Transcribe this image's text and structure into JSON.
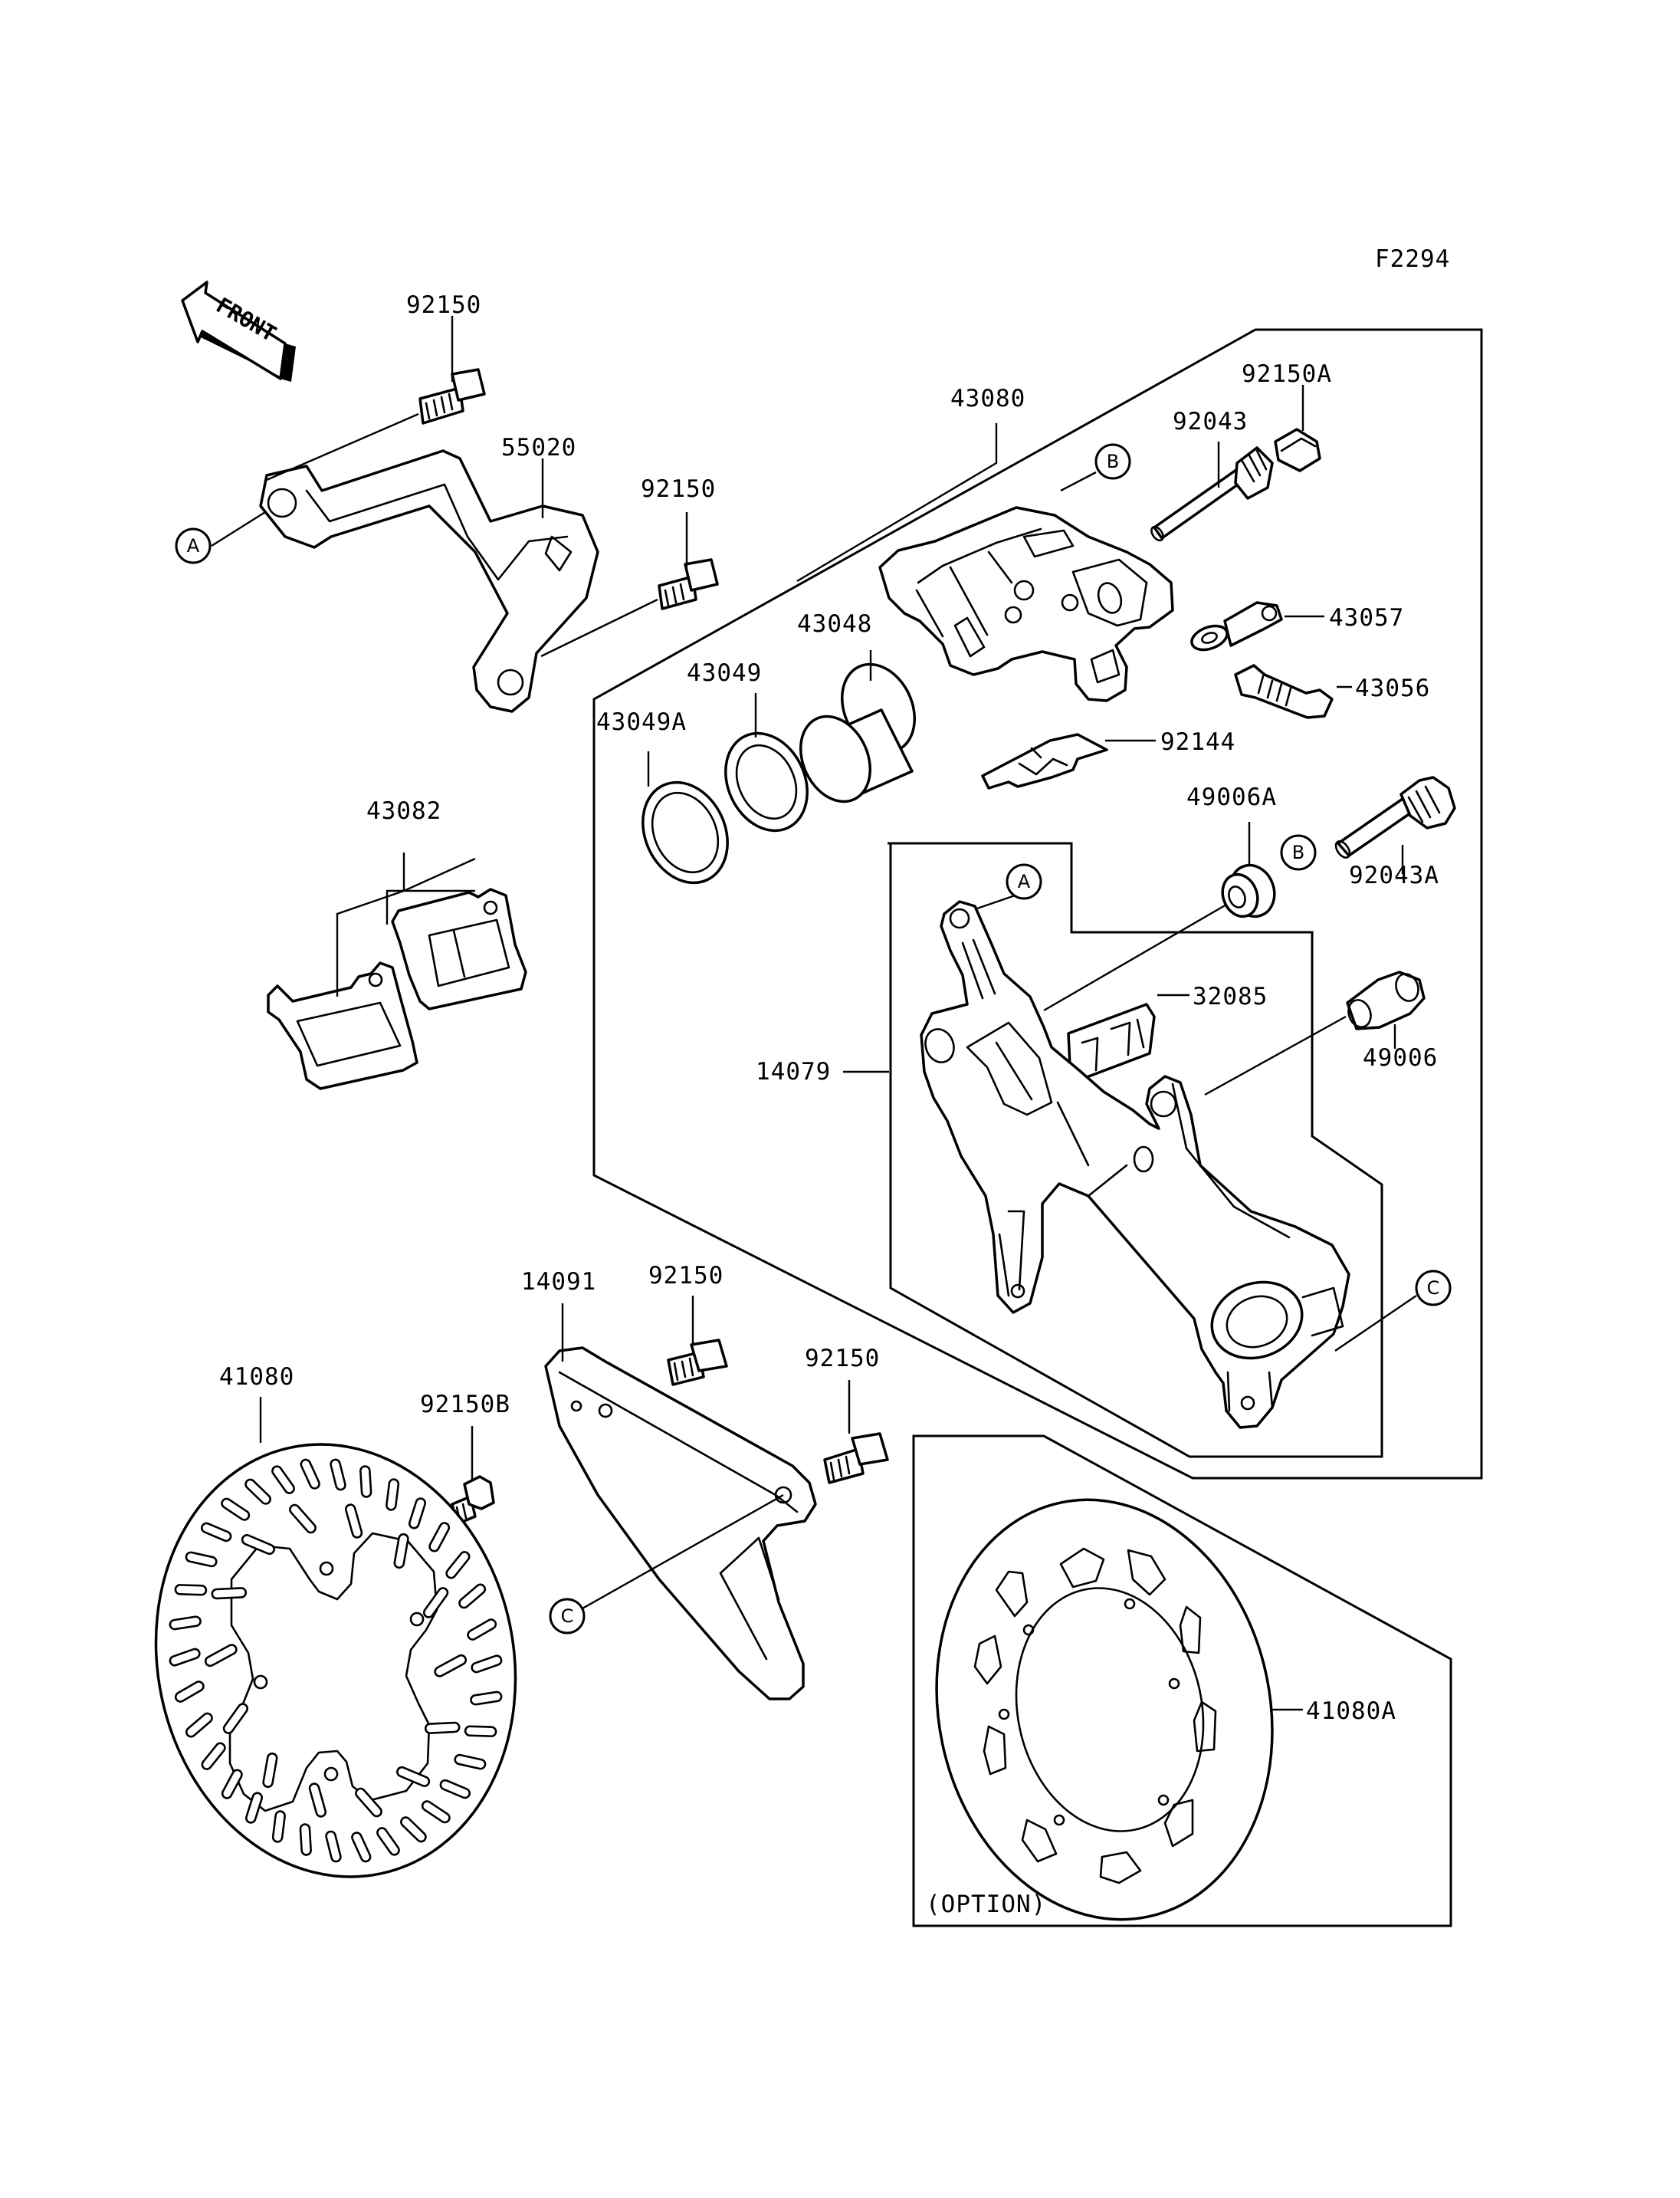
{
  "figure_code": "F2294",
  "front_label": "FRONT",
  "option_label": "(OPTION)",
  "parts": {
    "p92150_top": "92150",
    "p55020": "55020",
    "p92150_mid": "92150",
    "p43080": "43080",
    "p92150A": "92150A",
    "p92043": "92043",
    "p43057": "43057",
    "p43056": "43056",
    "p43048": "43048",
    "p43049": "43049",
    "p43049A": "43049A",
    "p92144": "92144",
    "p43082": "43082",
    "p49006A": "49006A",
    "p92043A": "92043A",
    "p32085": "32085",
    "p14079": "14079",
    "p49006": "49006",
    "p14091": "14091",
    "p92150_low1": "92150",
    "p92150_low2": "92150",
    "p41080": "41080",
    "p92150B": "92150B",
    "p41080A": "41080A"
  },
  "refs": {
    "a1": "A",
    "a2": "A",
    "b1": "B",
    "b2": "B",
    "c1": "C",
    "c2": "C"
  }
}
